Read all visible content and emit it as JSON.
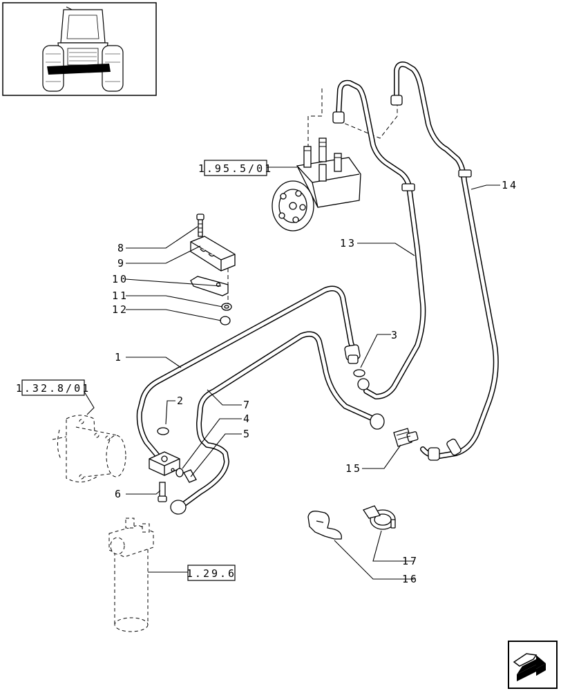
{
  "references": {
    "steering_unit": "1.95.5/01",
    "pump": "1.32.8/01",
    "filter": "1.29.6"
  },
  "callouts": {
    "c1": "1",
    "c2": "2",
    "c3": "3",
    "c4": "4",
    "c5": "5",
    "c6": "6",
    "c7": "7",
    "c8": "8",
    "c9": "9",
    "c10": "10",
    "c11": "11",
    "c12": "12",
    "c13": "13",
    "c14": "14",
    "c15": "15",
    "c16": "16",
    "c17": "17"
  },
  "colors": {
    "ink": "#000000",
    "paper": "#ffffff"
  },
  "icons": {
    "thumbnail": "tractor-front-view-icon",
    "navigation": "next-page-arrow-icon"
  }
}
